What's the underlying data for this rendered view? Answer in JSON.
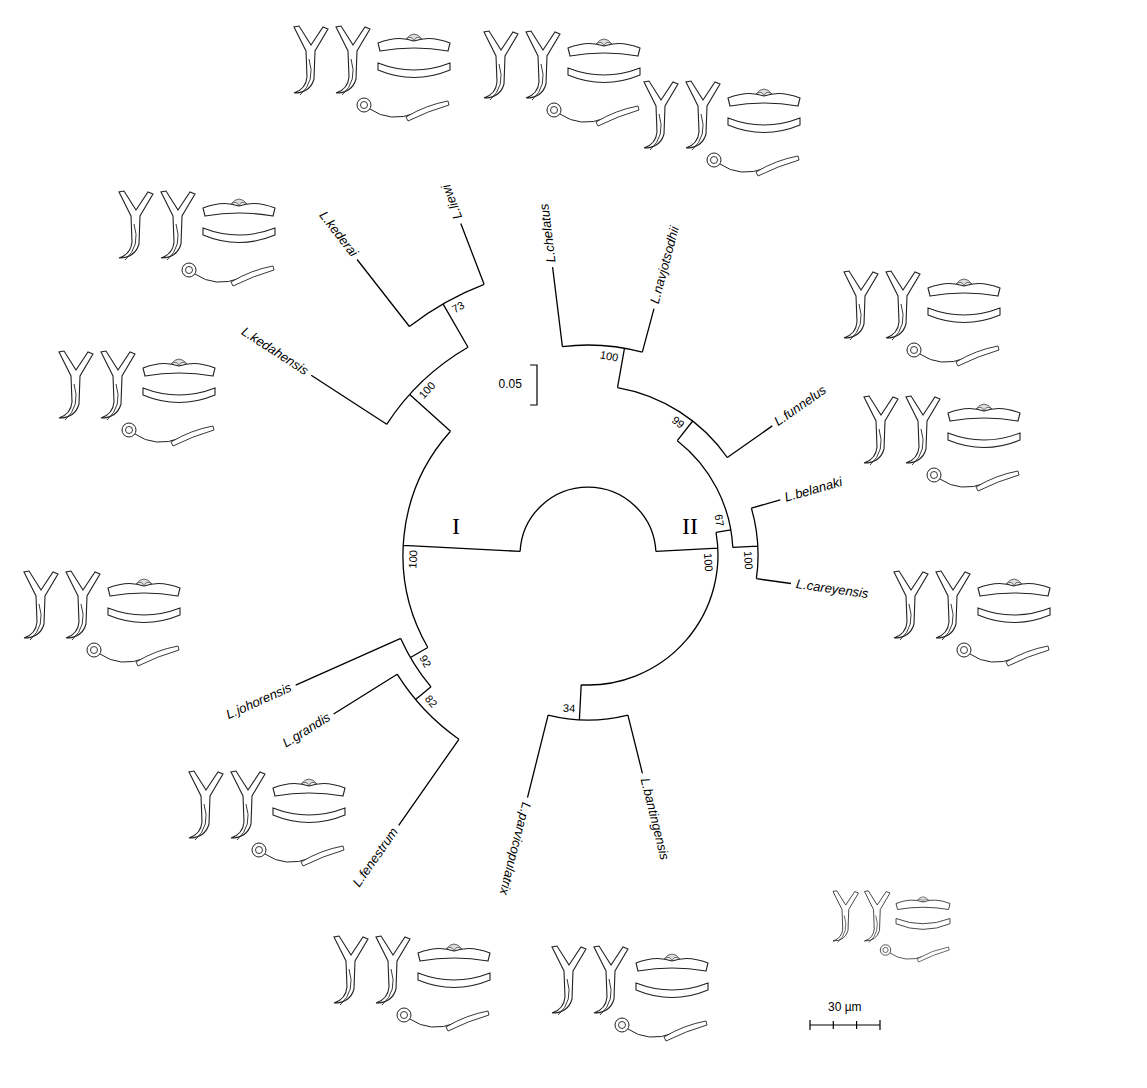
{
  "diagram": {
    "labels": [
      "L.liewi",
      "L.chelatus",
      "L.navjotsodhii",
      "L.funnelus",
      "L.belanaki",
      "L.careyensis",
      "L.bantingensis",
      "L.parvicopulatrix",
      "L.fenestrum",
      "L.grandis",
      "L.johorensis",
      "L.kedahensis",
      "L.kederai",
      "0.05",
      "100",
      "99",
      "67",
      "100",
      "100",
      "34",
      "100",
      "92",
      "82",
      "100",
      "73",
      "I",
      "II",
      "30 µm"
    ]
  }
}
